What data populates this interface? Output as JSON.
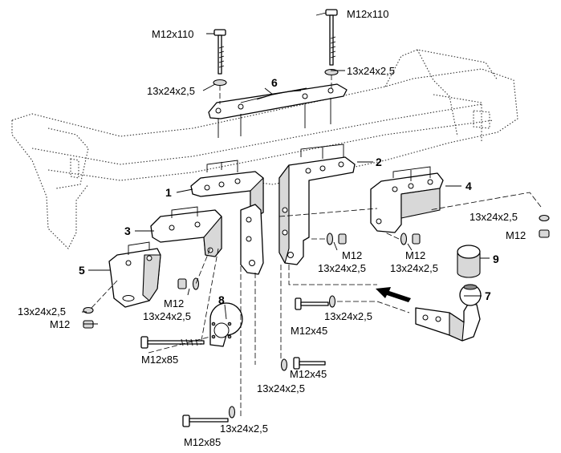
{
  "labels": {
    "bolt_m12x110": "M12x110",
    "washer_13x24x2_5": "13x24x2,5",
    "nut_m12": "M12",
    "bolt_m12x45": "M12x45",
    "bolt_m12x85": "M12x85"
  },
  "parts": {
    "p1": "1",
    "p2": "2",
    "p3": "3",
    "p4": "4",
    "p5": "5",
    "p6": "6",
    "p7": "7",
    "p8": "8",
    "p9": "9"
  }
}
